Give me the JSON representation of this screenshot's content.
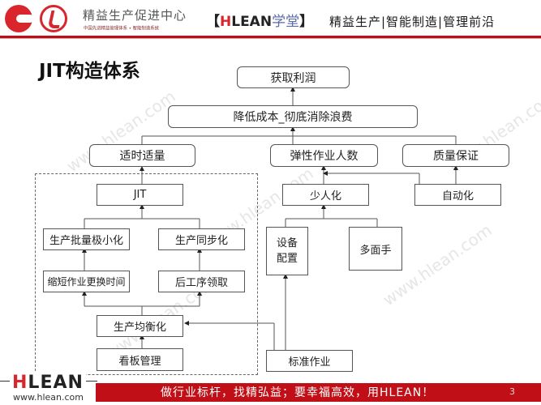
{
  "header": {
    "logo_alt": "CL logo",
    "org_name": "精益生产促进中心",
    "org_subtitle": "中国先进精益管理体系 • 智能制造系统",
    "brand_bracket_open": "【",
    "brand_h": "H",
    "brand_rest": "LEAN",
    "brand_cn": "学堂",
    "brand_bracket_close": "】",
    "slogan": "精益生产|智能制造|管理前沿",
    "accent_color": "#b5121b"
  },
  "title": "JIT构造体系",
  "diagram": {
    "nodes": {
      "profit": "获取利润",
      "cost_reduction": "降低成本_彻底消除浪费",
      "just_in_time_qty": "适时适量",
      "flexible_workforce": "弹性作业人数",
      "quality_assurance": "质量保证",
      "jit": "JIT",
      "small_batch": "生产批量极小化",
      "sync_production": "生产同步化",
      "setup_reduction": "缩短作业更换时间",
      "downstream_pull": "后工序领取",
      "leveling": "生产均衡化",
      "kanban": "看板管理",
      "shojinka": "少人化",
      "jidoka": "自动化",
      "equipment_layout_1": "设备",
      "equipment_layout_2": "配置",
      "multi_skill": "多面手",
      "standard_work": "标准作业"
    }
  },
  "watermarks": [
    "www.hlean.com",
    "www.hlean.com",
    "www.hlean.com",
    "www.hlean.com",
    "www.hlean.com"
  ],
  "footer": {
    "logo_h": "H",
    "logo_rest": "LEAN",
    "url": "www.hlean.com",
    "slogan": "做行业标杆，找精弘益；要幸福高效，用HLEAN！",
    "page_number": "3",
    "bar_color": "#c00f16"
  }
}
